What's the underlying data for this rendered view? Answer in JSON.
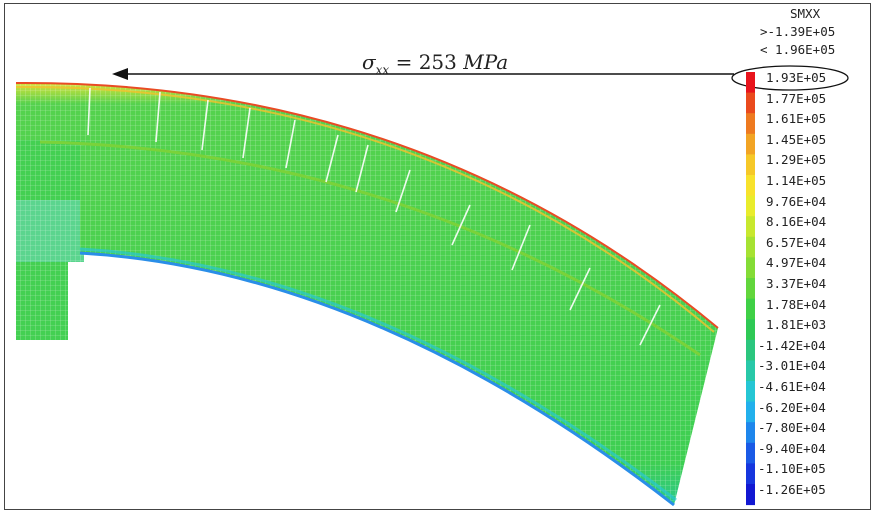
{
  "legend": {
    "variable": "SMXX",
    "range_min": ">-1.39E+05",
    "range_max": "< 1.96E+05",
    "labels": [
      "1.93E+05",
      "1.77E+05",
      "1.61E+05",
      "1.45E+05",
      "1.29E+05",
      "1.14E+05",
      "9.76E+04",
      "8.16E+04",
      "6.57E+04",
      "4.97E+04",
      "3.37E+04",
      "1.78E+04",
      "1.81E+03",
      "-1.42E+04",
      "-3.01E+04",
      "-4.61E+04",
      "-6.20E+04",
      "-7.80E+04",
      "-9.40E+04",
      "-1.10E+05",
      "-1.26E+05"
    ],
    "colors": [
      "#e8141c",
      "#ea4a1d",
      "#ee7a20",
      "#f2a424",
      "#f6c828",
      "#f8e22c",
      "#e9ec2c",
      "#c8e82e",
      "#a6e232",
      "#84dc36",
      "#62d63c",
      "#3fd046",
      "#2ec955",
      "#2bc67e",
      "#28c8a8",
      "#25c6d4",
      "#22b0ec",
      "#1e86ec",
      "#1a5ae6",
      "#1636de",
      "#1218d2"
    ]
  },
  "annotation": {
    "symbol": "σ",
    "subscript": "xx",
    "equals": "=",
    "value": "253",
    "unit": "MPa"
  }
}
